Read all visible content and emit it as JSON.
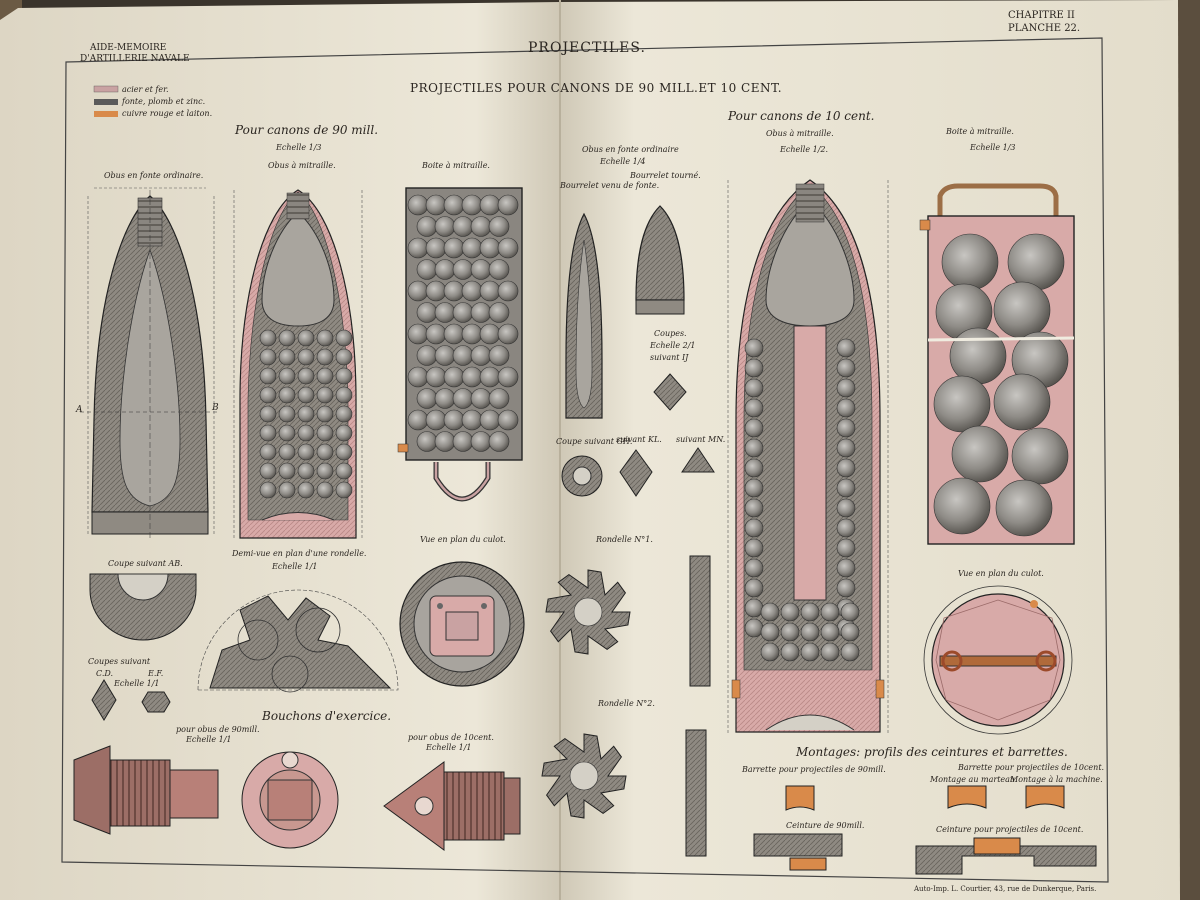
{
  "header": {
    "memo_line1": "AIDE-MEMOIRE",
    "memo_line2": "D'ARTILLERIE NAVALE",
    "title": "PROJECTILES.",
    "chapter": "CHAPITRE II",
    "plate": "PLANCHE 22."
  },
  "subtitle": "PROJECTILES POUR CANONS DE 90 MILL.ET 10 CENT.",
  "legend": [
    {
      "label": "acier et fer.",
      "color": "#c9a2a2"
    },
    {
      "label": "fonte, plomb et zinc.",
      "color": "#5a5a5a"
    },
    {
      "label": "cuivre rouge et laiton.",
      "color": "#d98a4a"
    }
  ],
  "left_page": {
    "section": "Pour canons de 90 mill.",
    "scale": "Echelle 1/3",
    "obus_fonte": "Obus en fonte ordinaire.",
    "obus_mitraille": "Obus à mitraille.",
    "boite": "Boite à mitraille.",
    "coupe_ab": "Coupe suivant AB.",
    "demi_vue": "Demi-vue en plan d'une rondelle.",
    "demi_vue_scale": "Echelle 1/1",
    "vue_culot": "Vue en plan du culot.",
    "coupes_cd_ef": "Coupes suivant",
    "cd": "C.D.",
    "ef": "E.F.",
    "coupes_scale": "Echelle 1/1",
    "bouchons": "Bouchons d'exercice.",
    "pour_90": "pour obus de 90mill.",
    "pour_90_scale": "Echelle 1/1",
    "pour_10": "pour obus de 10cent.",
    "pour_10_scale": "Echelle 1/1",
    "letter_a": "A",
    "letter_b": "B"
  },
  "center": {
    "obus_fonte": "Obus en fonte ordinaire",
    "scale": "Echelle 1/4",
    "bourrelet_fonte": "Bourrelet venu de fonte.",
    "bourrelet_tourne": "Bourrelet tourné.",
    "coupes": "Coupes.",
    "coupes_scale": "Echelle 2/1",
    "suivant_ij": "suivant IJ",
    "coupe_gh": "Coupe suivant GH.",
    "suivant_kl": "suivant KL.",
    "suivant_mn": "suivant MN.",
    "rondelle1": "Rondelle N°1.",
    "rondelle2": "Rondelle N°2."
  },
  "right_page": {
    "section": "Pour canons de 10 cent.",
    "obus_mitraille": "Obus à mitraille.",
    "obus_scale": "Echelle 1/2.",
    "boite": "Boite à mitraille.",
    "boite_scale": "Echelle 1/3",
    "vue_culot": "Vue en plan du culot.",
    "montages": "Montages: profils des ceintures et barrettes.",
    "barrette_90": "Barrette pour projectiles de 90mill.",
    "barrette_10": "Barrette pour projectiles de 10cent.",
    "montage_marteau": "Montage au marteau.",
    "montage_machine": "Montage à la machine.",
    "ceinture_90": "Ceinture de 90mill.",
    "ceinture_10": "Ceinture pour projectiles de 10cent."
  },
  "footer": "Auto-Imp. L. Courtier, 43, rue de Dunkerque, Paris."
}
